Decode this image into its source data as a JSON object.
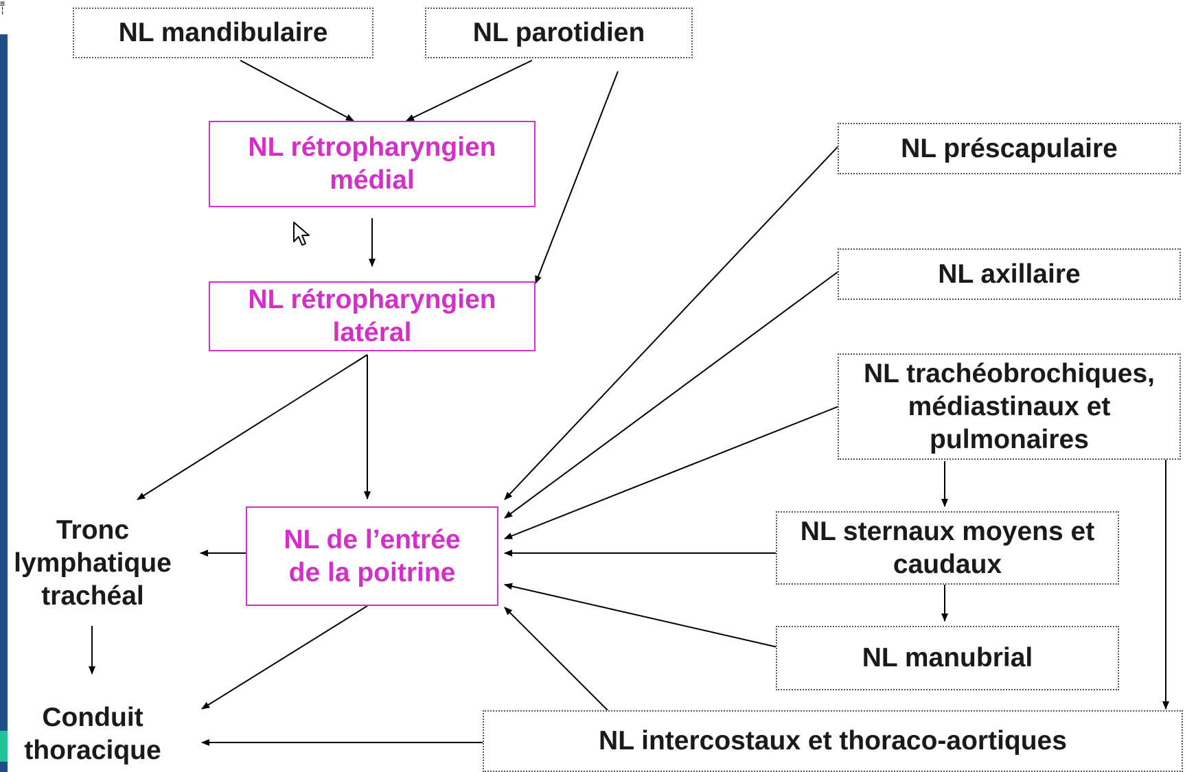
{
  "colors": {
    "highlight": "#d42fc8",
    "text": "#1a1a1a",
    "arrow": "#000000",
    "slide_strip": "#1f4e8a",
    "slide_strip_accent": "#22c39a"
  },
  "corner_mark": "≡\n¦",
  "nodes": {
    "mandibulaire": "NL mandibulaire",
    "parotidien": "NL parotidien",
    "retro_medial": "NL rétropharyngien\nmédial",
    "retro_lateral": "NL rétropharyngien\nlatéral",
    "prescapulaire": "NL préscapulaire",
    "axillaire": "NL axillaire",
    "tracheobronchiques": "NL trachéobrochiques,\nmédiastinaux et\npulmonaires",
    "tronc": "Tronc\nlymphatique\ntrachéal",
    "entree_poitrine": "NL de l’entrée\nde la poitrine",
    "sternaux": "NL sternaux  moyens et\ncaudaux",
    "manubrial": "NL manubrial",
    "conduit": "Conduit\nthoracique",
    "intercostaux": "NL intercostaux et thoraco-aortiques"
  },
  "cursor_icon": "mouse-pointer-icon"
}
